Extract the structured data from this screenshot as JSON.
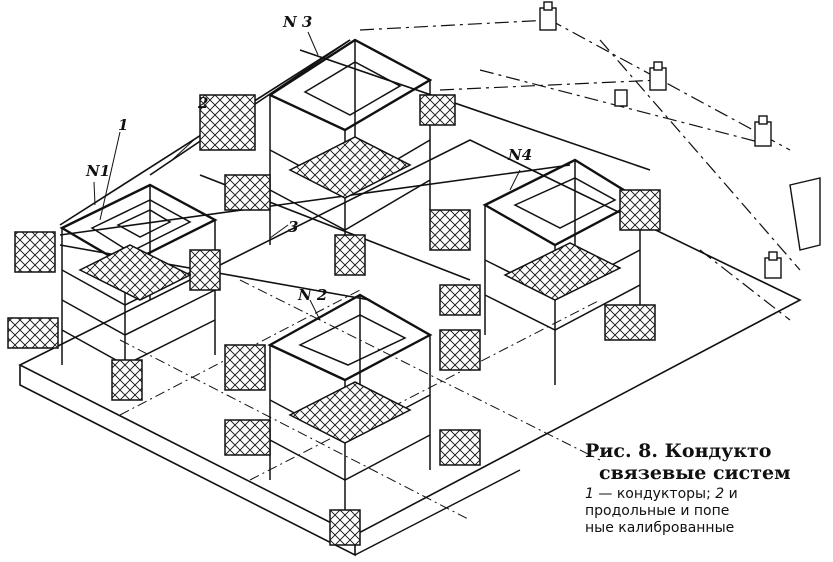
{
  "figure": {
    "labels": {
      "n1": "N1",
      "n2": "N 2",
      "n3": "N 3",
      "n4": "N4",
      "item1": "1",
      "item2": "2",
      "item3": "3"
    },
    "caption": {
      "title_line1": "Рис. 8. Кондукто",
      "title_line2": "связевые систем",
      "legend_line1_num1": "1",
      "legend_line1_text1": " — кондукторы; ",
      "legend_line1_num2": "2",
      "legend_line1_text2": " и",
      "legend_line2": "продольные и попе",
      "legend_line3": "ные калиброванные"
    }
  },
  "colors": {
    "ink": "#111111",
    "paper": "#ffffff"
  }
}
